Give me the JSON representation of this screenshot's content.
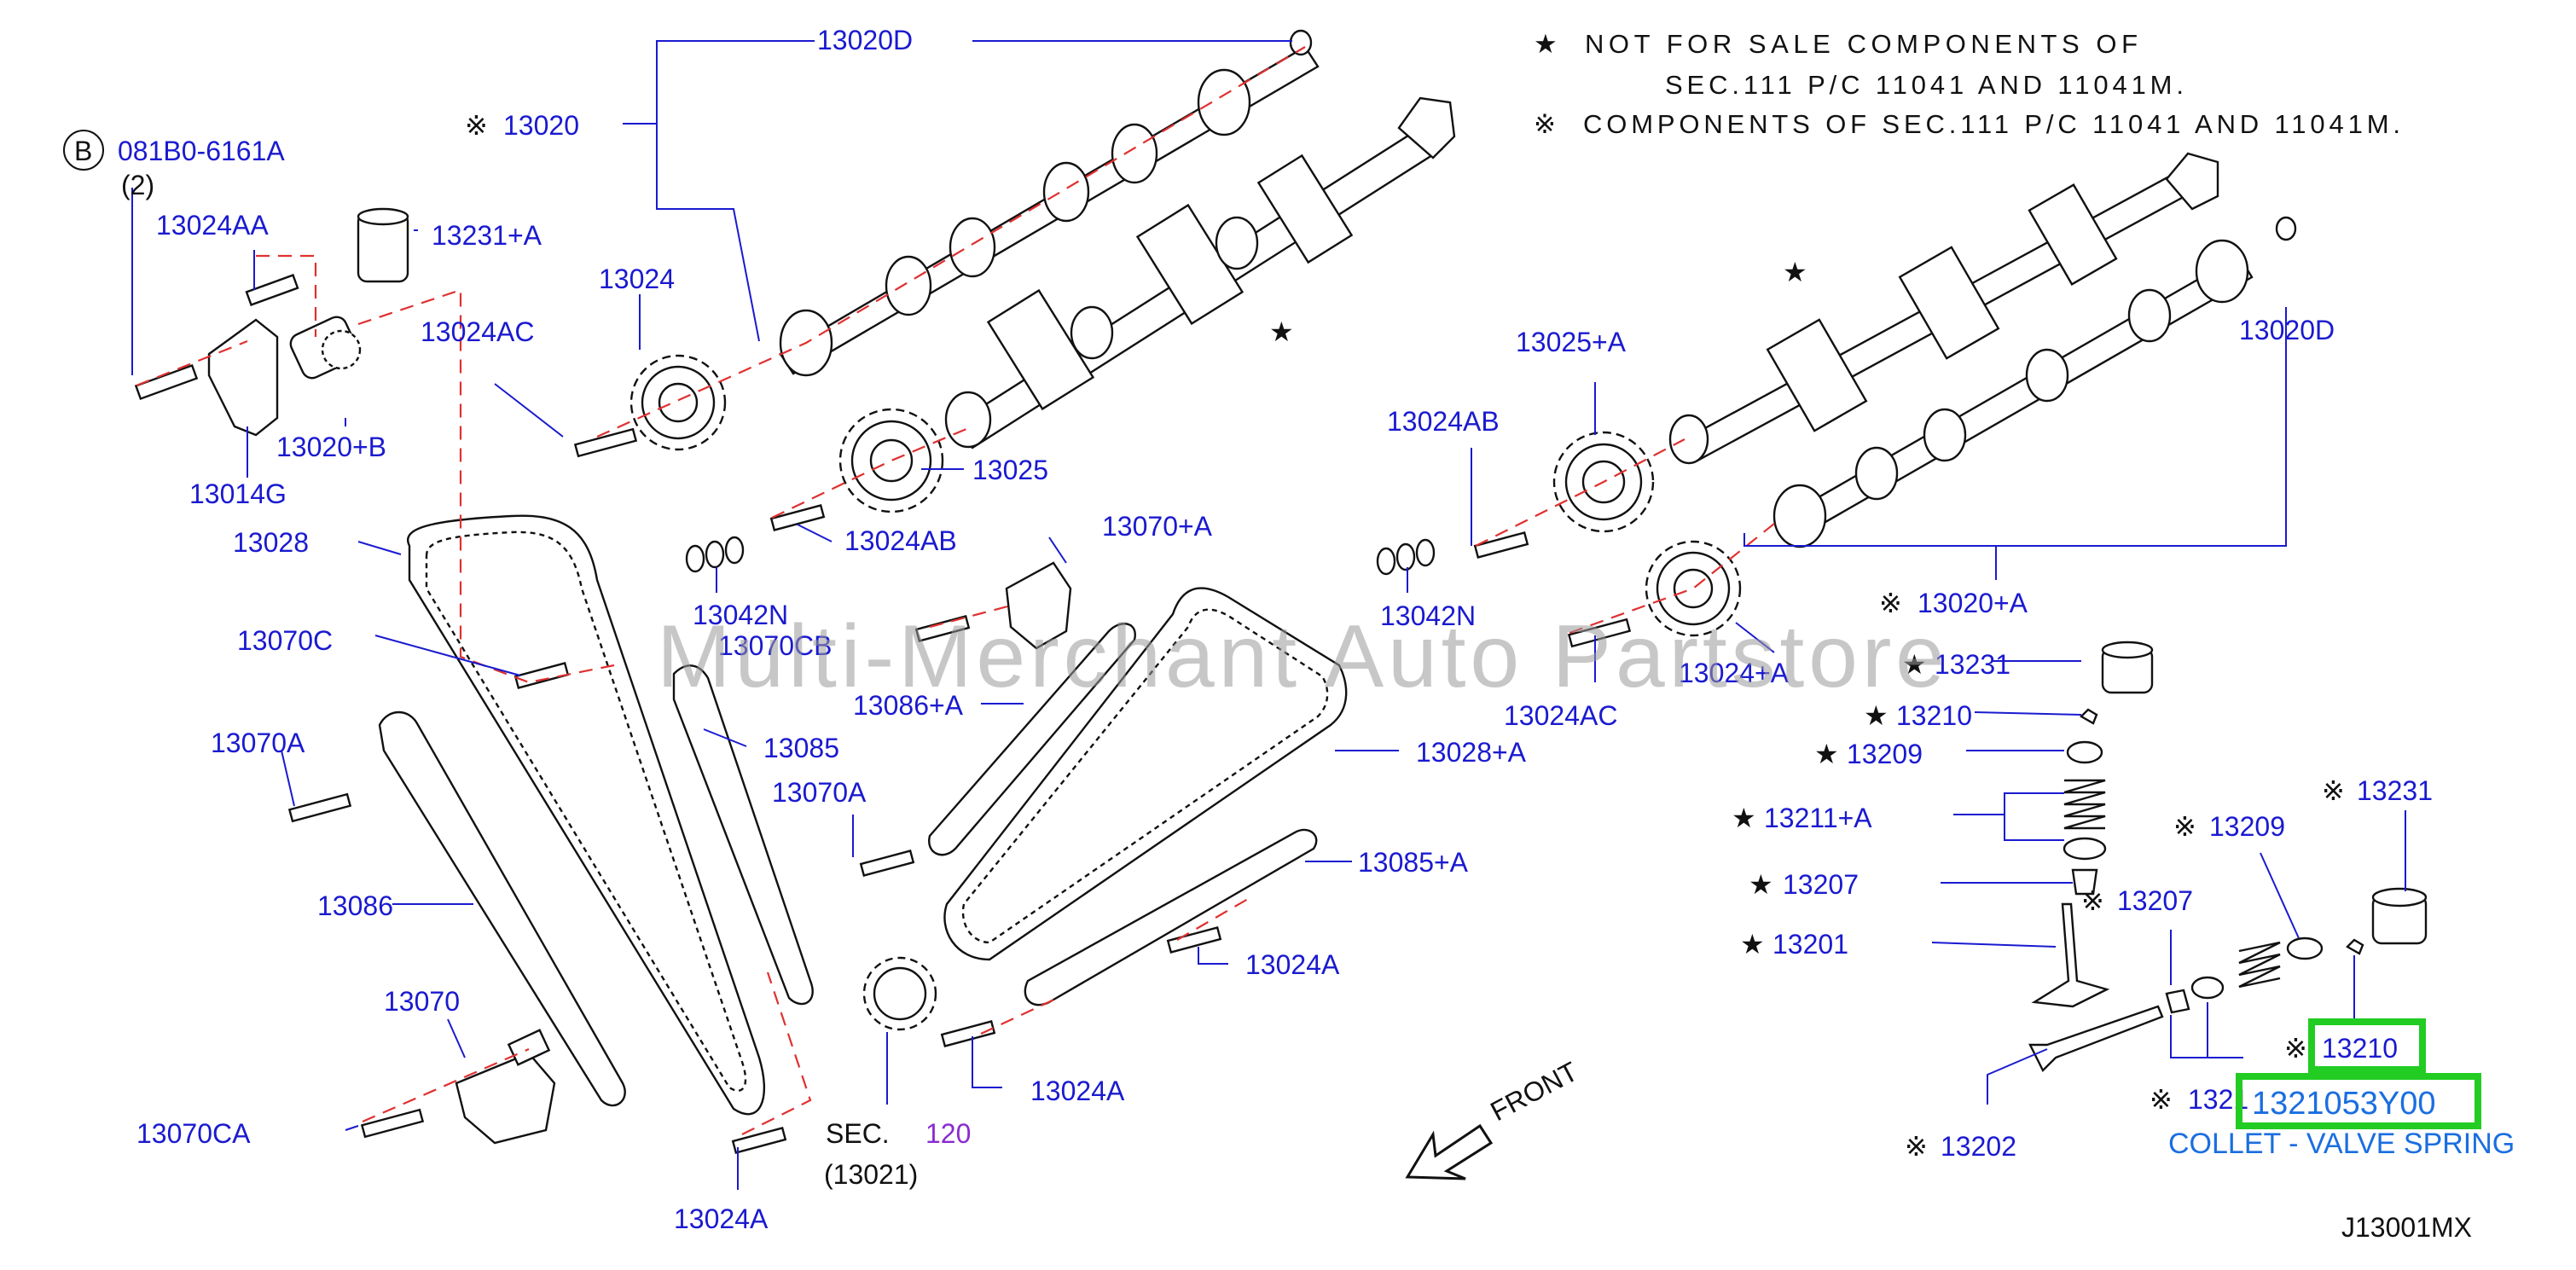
{
  "notes": {
    "star_symbol": "★",
    "note1_line1": "NOT FOR SALE COMPONENTS OF",
    "note1_line2": "SEC.111 P/C 11041 AND 11041M.",
    "mark_symbol": "※",
    "note2": "COMPONENTS OF SEC.111 P/C 11041 AND 11041M."
  },
  "watermark": "Multi-Merchant Auto Partstore",
  "bolt_ref": {
    "circle": "B",
    "code": "081B0-6161A",
    "qty": "(2)"
  },
  "labels": {
    "l13020D_top": "13020D",
    "l13020": "13020",
    "l13024AA": "13024AA",
    "l13231A_left": "13231+A",
    "l13024": "13024",
    "l13024AC_left": "13024AC",
    "l13020B": "13020+B",
    "l13014G": "13014G",
    "l13028": "13028",
    "l13025": "13025",
    "l13024AB_mid": "13024AB",
    "l13042N_left": "13042N",
    "l13070CB": "13070CB",
    "l13070C": "13070C",
    "l13070A_left": "13070A",
    "l13085": "13085",
    "l13070A_mid": "13070A",
    "l13070A_top": "13070+A",
    "l13086A": "13086+A",
    "l13086": "13086",
    "l13070": "13070",
    "l13070CA": "13070CA",
    "l13024A_bottom": "13024A",
    "l13024A_mid": "13024A",
    "l13024A_right": "13024A",
    "l13028A": "13028+A",
    "l13085A": "13085+A",
    "l13025A": "13025+A",
    "l13024AB_right": "13024AB",
    "l13042N_right": "13042N",
    "l13024A_plus": "13024+A",
    "l13024AC_right": "13024AC",
    "l13020D_right": "13020D",
    "l13020A": "13020+A",
    "l13231_star": "13231",
    "l13210_star": "13210",
    "l13209_star": "13209",
    "l13211A_star": "13211+A",
    "l13207_star": "13207",
    "l13201_star": "13201",
    "l13231_mark": "13231",
    "l13209_mark": "13209",
    "l13207_mark": "13207",
    "l13210_mark": "13210",
    "l1321_mark": "1321",
    "l13202_mark": "13202"
  },
  "sec_ref": {
    "prefix": "SEC.",
    "number": "120",
    "sub": "(13021)"
  },
  "front_label": "FRONT",
  "highlight": {
    "part_number": "1321053Y00",
    "description": "COLLET - VALVE SPRING"
  },
  "diagram_code": "J13001MX",
  "colors": {
    "label": "#1a1ad0",
    "line": "#111111",
    "dashed": "#e03030",
    "highlight_border": "#22cc22",
    "highlight_text": "#1a6ee0",
    "sec_number": "#8a2bd0"
  }
}
